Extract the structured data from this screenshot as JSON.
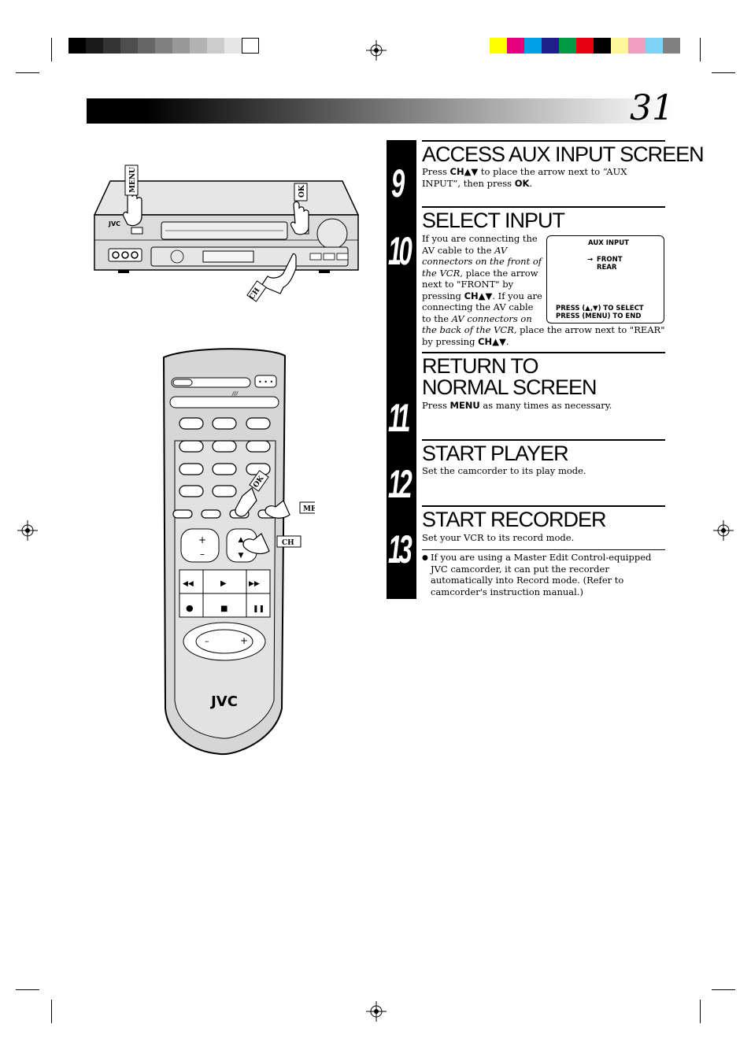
{
  "page_number": "31",
  "calibration": {
    "grays": [
      "#000000",
      "#1a1a1a",
      "#333333",
      "#4d4d4d",
      "#666666",
      "#808080",
      "#999999",
      "#b3b3b3",
      "#cccccc",
      "#e6e6e6",
      "#ffffff"
    ],
    "colors": [
      "#ffff00",
      "#e6007e",
      "#00a0e9",
      "#1d2088",
      "#009944",
      "#e60012",
      "#000000",
      "#fff799",
      "#f19ec2",
      "#7fd3f7",
      "#808080"
    ]
  },
  "vcr": {
    "brand": "JVC",
    "labels": {
      "menu": "MENU",
      "ok": "OK",
      "ch": "CH"
    }
  },
  "remote": {
    "brand": "JVC",
    "labels": {
      "ok": "OK",
      "menu": "MENU",
      "ch": "CH"
    }
  },
  "steps": [
    {
      "number": "9",
      "title": "ACCESS AUX INPUT SCREEN",
      "parts": [
        "Press ",
        "CH▲▼",
        " to place the arrow next to “AUX INPUT”, then press ",
        "OK",
        "."
      ]
    },
    {
      "number": "10",
      "title": "SELECT INPUT",
      "parts": [
        "If you are connecting the AV cable to the ",
        "AV connectors on the front of the VCR,",
        " place the arrow next to \"FRONT\" by pressing ",
        "CH▲▼",
        ". If you are connecting the AV cable to the ",
        "AV connectors on the back of the VCR,",
        " place the arrow next to \"REAR\" by pressing ",
        "CH▲▼",
        "."
      ]
    },
    {
      "number": "11",
      "title": "RETURN TO NORMAL SCREEN",
      "parts": [
        "Press ",
        "MENU",
        " as many times as necessary."
      ]
    },
    {
      "number": "12",
      "title": "START PLAYER",
      "parts": [
        "Set the camcorder to its play mode."
      ]
    },
    {
      "number": "13",
      "title": "START RECORDER",
      "parts": [
        "Set your VCR to its record mode."
      ]
    }
  ],
  "screen_display": {
    "title": "AUX INPUT",
    "arrow": "→",
    "option1": "FRONT",
    "option2": "REAR",
    "footer1": "PRESS (▲,▼) TO SELECT",
    "footer2": "PRESS (MENU) TO END"
  },
  "note": {
    "bullet": "●",
    "text": "If you are using a Master Edit Control-equipped JVC camcorder, it can put the recorder automatically into Record mode. (Refer to camcorder's instruction manual.)"
  }
}
